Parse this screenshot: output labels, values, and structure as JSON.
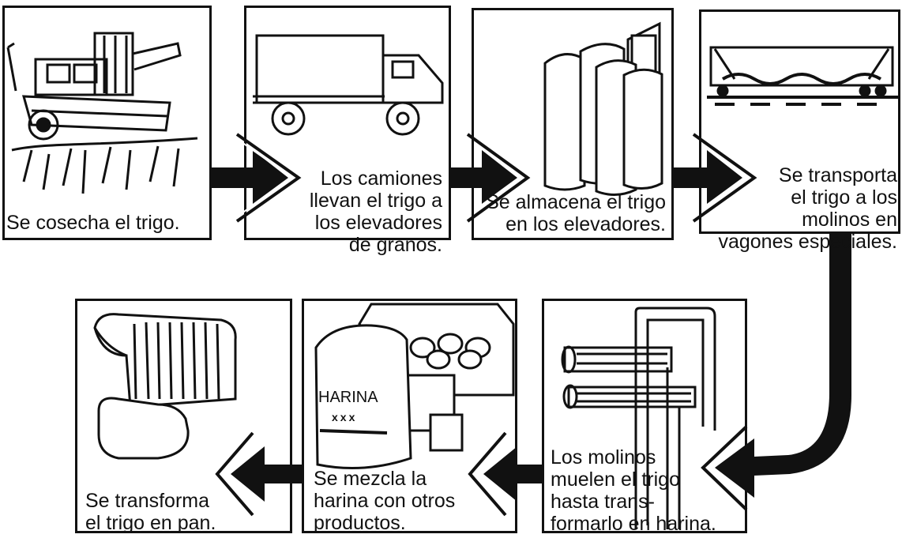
{
  "steps": [
    {
      "caption": "Se cosecha el trigo."
    },
    {
      "caption": "Los camiones\nllevan el trigo a\nlos elevadores\nde granos."
    },
    {
      "caption": "Se almacena el trigo\nen los elevadores."
    },
    {
      "caption": "Se transporta\nel trigo a los\nmolinos en\nvagones especiales."
    },
    {
      "caption": "Los molinos\nmuelen el trigo\nhasta trans-\nformarlo en harina."
    },
    {
      "caption": "Se mezcla la\nharina con otros\nproductos."
    },
    {
      "caption": "Se transforma\nel trigo en pan."
    }
  ],
  "flour_bag": {
    "label": "HARINA",
    "marks": "xxx"
  },
  "colors": {
    "ink": "#111111",
    "paper": "#ffffff"
  }
}
